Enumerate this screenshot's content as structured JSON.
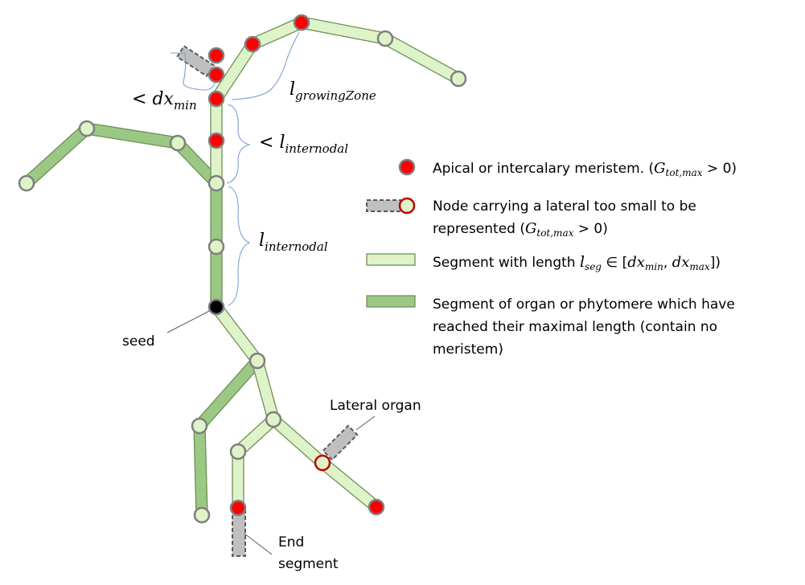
{
  "annotations": {
    "dx_min": {
      "prefix": "< ",
      "var": "dx",
      "sub": "min"
    },
    "growing_zone": {
      "var": "l",
      "sub": "growingZone"
    },
    "internodal_lt": {
      "prefix": "< ",
      "var": "l",
      "sub": "internodal"
    },
    "internodal": {
      "var": "l",
      "sub": "internodal"
    },
    "seed": "seed",
    "lateral_organ": "Lateral organ",
    "end_segment_line1": "End",
    "end_segment_line2": "segment"
  },
  "legend": {
    "meristem": {
      "text": "Apical or intercalary meristem. (",
      "g_var": "G",
      "g_sub": "tot,max",
      "cond": " > 0)"
    },
    "lateral_node": {
      "line1": "Node carrying a lateral too small to be",
      "line2_prefix": "represented (",
      "g_var": "G",
      "g_sub": "tot,max",
      "cond": " > 0)"
    },
    "segment_light": {
      "text": "Segment with length ",
      "l_var": "l",
      "l_sub": "seg",
      "in": "  ∈ [",
      "dx1": "dx",
      "dx1_sub": "min",
      "comma": ", ",
      "dx2": "dx",
      "dx2_sub": "max",
      "close": "])"
    },
    "segment_dark": {
      "line1": "Segment of organ or phytomere which have",
      "line2": "reached their maximal length (contain no",
      "line3": "meristem)"
    }
  },
  "colors": {
    "meristem_fill": "#ff0000",
    "node_fill": "#dff3c9",
    "node_stroke": "#7f7f7f",
    "seed_fill": "#000000",
    "segment_light": "#dff3c9",
    "segment_dark": "#9bc985",
    "lateral_grey": "#bfbfbf",
    "brace": "#7f9fd6"
  },
  "icons": [
    "meristem-node-icon",
    "lateral-node-icon",
    "light-segment-icon",
    "dark-segment-icon"
  ]
}
